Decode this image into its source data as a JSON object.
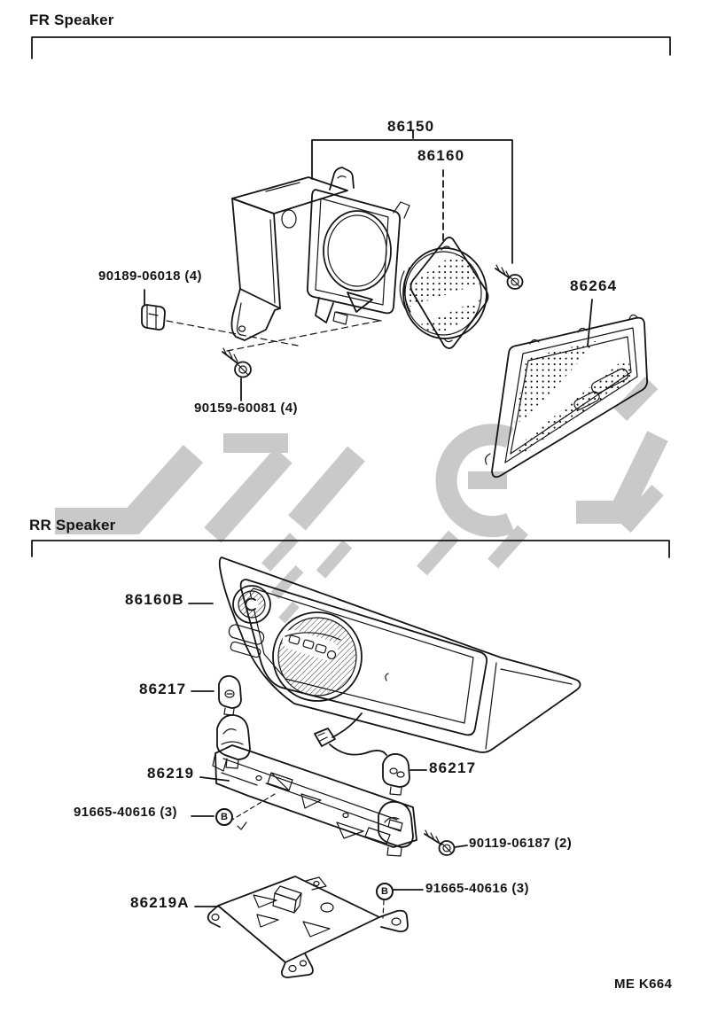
{
  "page": {
    "background": "#ffffff",
    "ink_color": "#141414",
    "watermark_color": "#c9c9c9",
    "footer_code": "ME K664"
  },
  "fr_section": {
    "title": "FR Speaker",
    "labels": {
      "assembly": "86150",
      "speaker_unit": "86160",
      "clip": "90189-06018 (4)",
      "screw": "90159-60081 (4)",
      "grille": "86264"
    }
  },
  "rr_section": {
    "title": "RR Speaker",
    "fastener_marker": "B",
    "labels": {
      "speaker_assembly": "86160B",
      "pad_upper": "86217",
      "pad_right": "86217",
      "bracket": "86219",
      "bolt_upper": "91665-40616 (3)",
      "screw": "90119-06187 (2)",
      "bolt_lower": "91665-40616 (3)",
      "mounting_plate": "86219A"
    }
  }
}
